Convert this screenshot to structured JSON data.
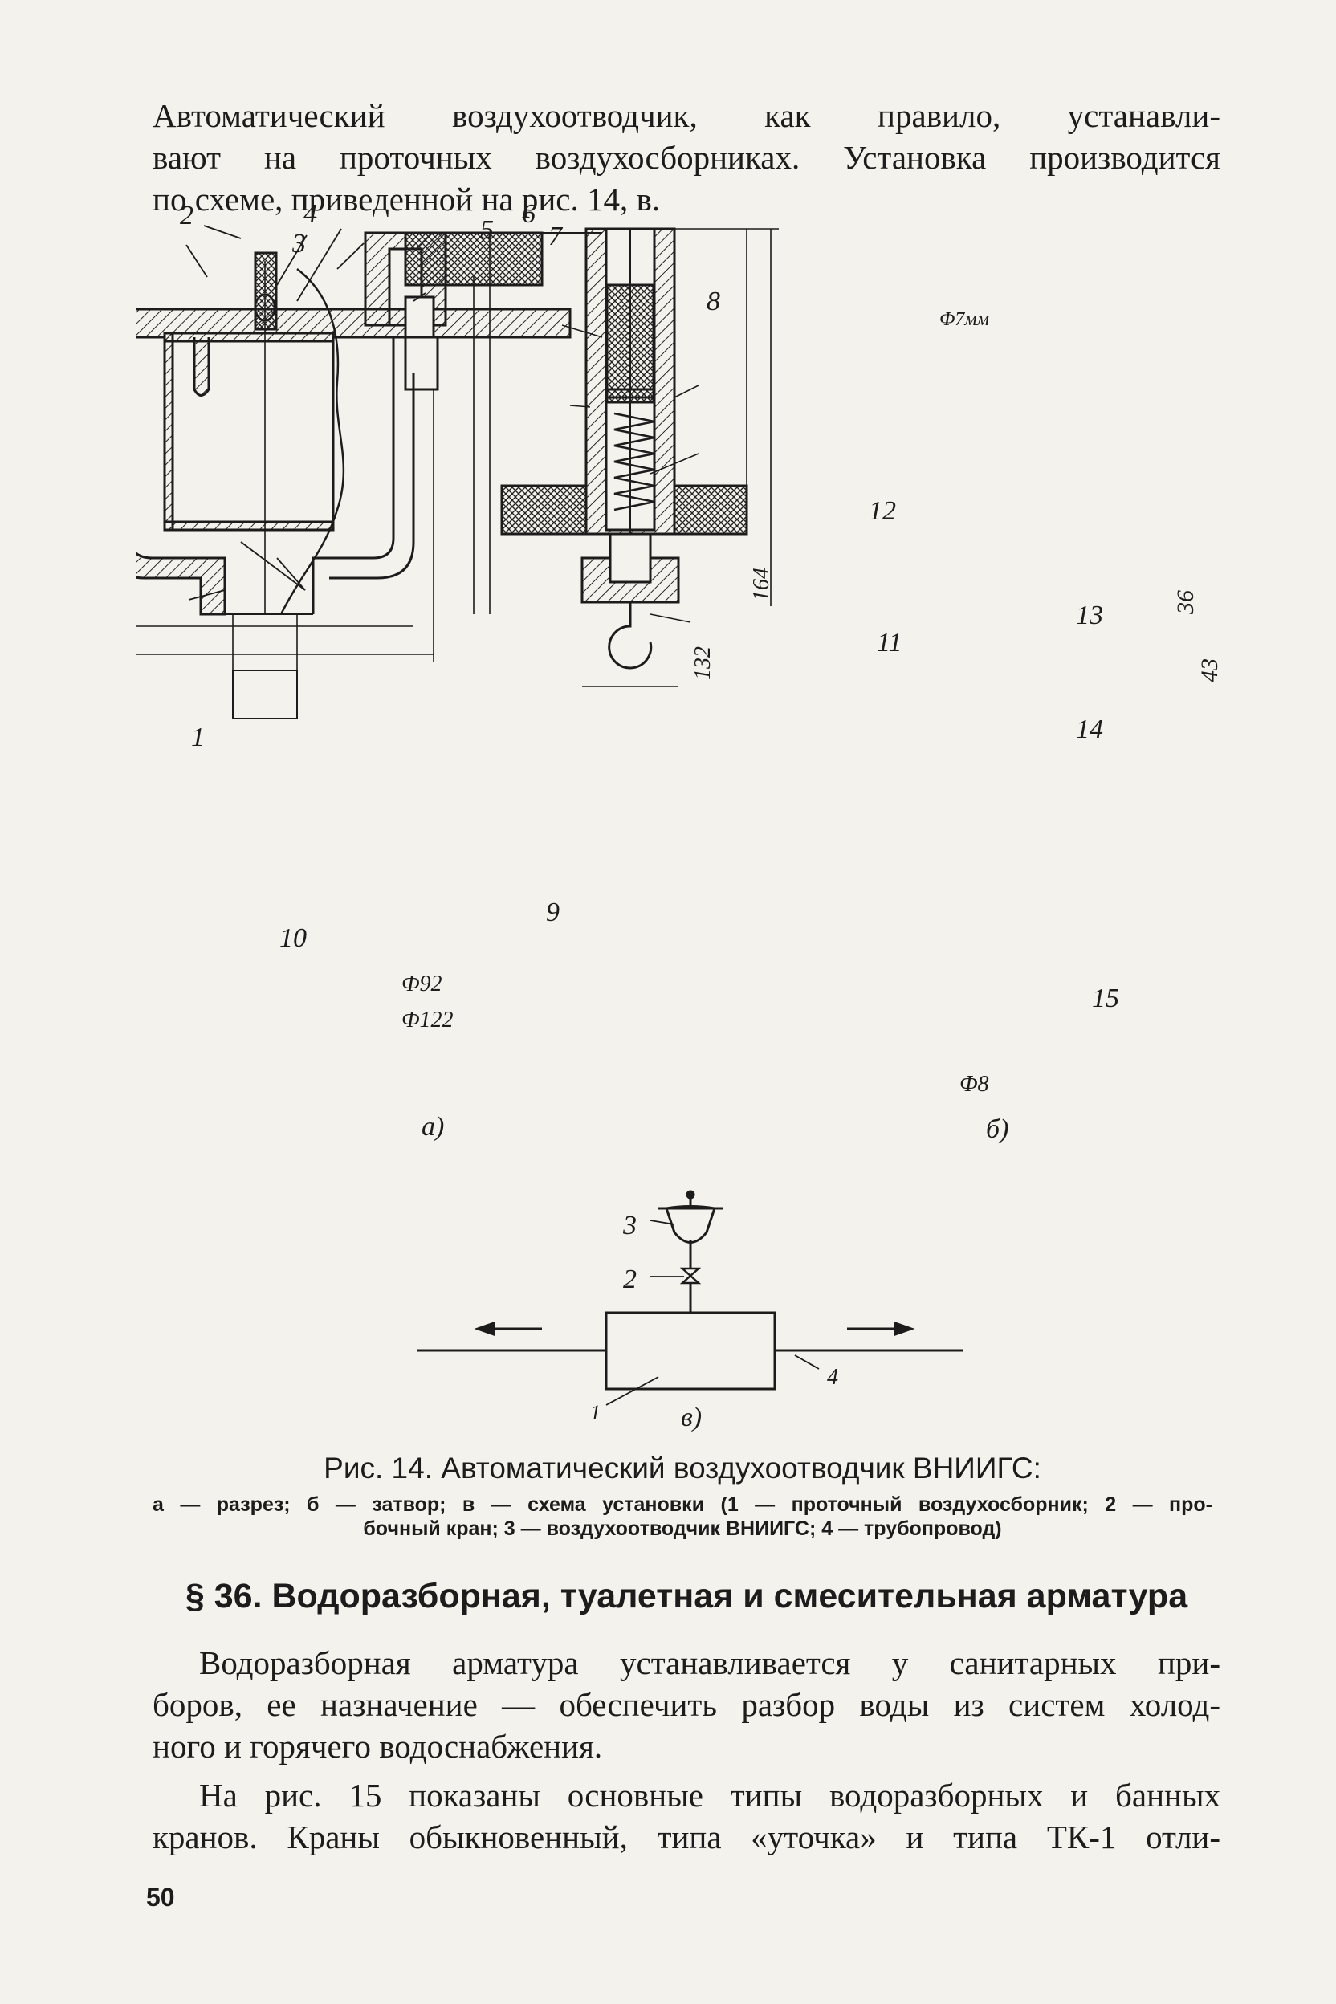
{
  "intro": {
    "lines": [
      "Автоматический воздухоотводчик, как правило, устанавли-",
      "вают на проточных воздухосборниках. Установка производится",
      "по схеме, приведенной на рис. 14, в."
    ]
  },
  "figure": {
    "panel_labels": {
      "a": "а)",
      "b": "б)",
      "v": "в)"
    },
    "part_labels_a": {
      "n1": "1",
      "n2": "2",
      "n3": "3",
      "n4": "4",
      "n5": "5",
      "n6": "6",
      "n7": "7",
      "n8": "8",
      "n9": "9",
      "n10": "10"
    },
    "dimensions_a": {
      "d92": "Ф92",
      "d122": "Ф122",
      "h132": "132",
      "h164": "164"
    },
    "part_labels_b": {
      "n11": "11",
      "n12": "12",
      "n13": "13",
      "n14": "14",
      "n15": "15"
    },
    "dimensions_b": {
      "d7": "Ф7мм",
      "d8": "Ф8",
      "h36": "36",
      "h43": "43"
    },
    "part_labels_v": {
      "n1": "1",
      "n2": "2",
      "n3": "3",
      "n4": "4"
    }
  },
  "caption": {
    "title": "Рис. 14. Автоматический воздухоотводчик ВНИИГС:",
    "legend_line1": "а — разрез; б — затвор; в — схема установки (1 — проточный воздухосборник; 2 — про-",
    "legend_line2": "бочный кран; 3 — воздухоотводчик ВНИИГС; 4 — трубопровод)"
  },
  "section": {
    "heading": "§ 36. Водоразборная, туалетная и смесительная арматура"
  },
  "body": {
    "para1": [
      "Водоразборная арматура устанавливается у санитарных при-",
      "боров, ее назначение — обеспечить разбор воды из систем холод-",
      "ного и горячего водоснабжения."
    ],
    "para2": [
      "На рис. 15 показаны основные типы водоразборных и банных",
      "кранов. Краны обыкновенный, типа «уточка» и типа ТК-1 отли-"
    ]
  },
  "page_number": "50"
}
